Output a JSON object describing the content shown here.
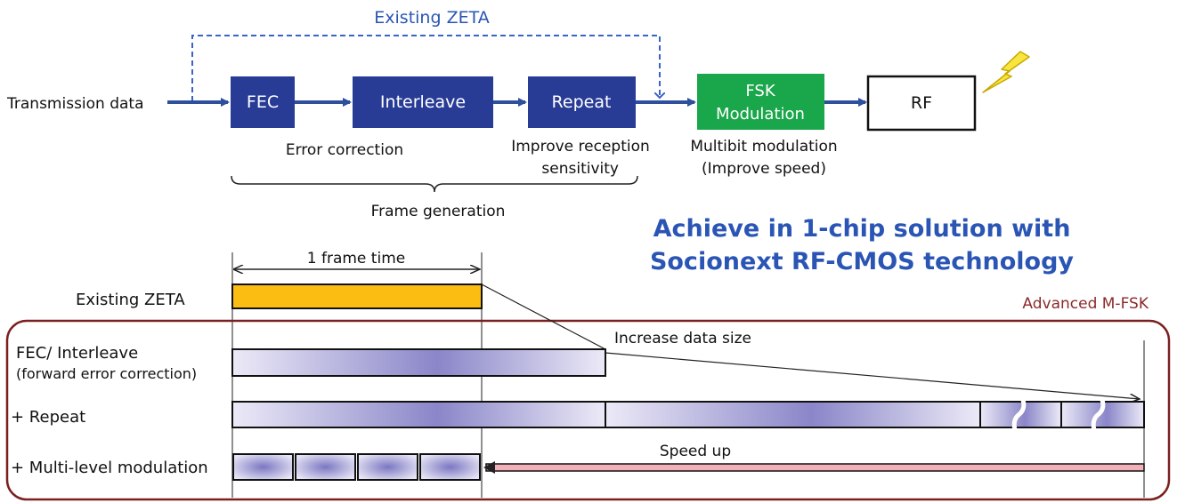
{
  "colors": {
    "block_blue": "#283c96",
    "arrow_blue": "#2d4f9e",
    "dashed_blue": "#3a63c8",
    "fsk_green": "#1aa64a",
    "headline_blue": "#2a55b5",
    "frame_orange": "#fbbd12",
    "bar_light": "#eceaf7",
    "bar_dark": "#8a86c9",
    "speed_pink": "#f2b1b9",
    "panel_border": "#7a2020",
    "panel_label": "#8b2a2a",
    "bolt_yellow": "#f7e640"
  },
  "flow": {
    "existing_zeta_label": "Existing ZETA",
    "input_label": "Transmission data",
    "blocks": {
      "fec": "FEC",
      "interleave": "Interleave",
      "repeat": "Repeat",
      "fsk_line1": "FSK",
      "fsk_line2": "Modulation",
      "rf": "RF"
    },
    "captions": {
      "error_correction": "Error correction",
      "reception_line1": "Improve  reception",
      "reception_line2": "sensitivity",
      "multibit_line1": "Multibit modulation",
      "multibit_line2": "(Improve speed)",
      "frame_generation": "Frame generation"
    }
  },
  "headline": {
    "line1": "Achieve in 1-chip solution with",
    "line2": "Socionext RF-CMOS technology"
  },
  "timing": {
    "frame_time_label": "1 frame time",
    "existing_zeta_label": "Existing ZETA",
    "panel_label": "Advanced M-FSK",
    "rows": {
      "fec_line1": "FEC/ Interleave",
      "fec_line2": "(forward error correction)",
      "repeat": "+ Repeat",
      "multilevel": "+ Multi-level modulation"
    },
    "increase_label": "Increase data size",
    "speed_label": "Speed up"
  }
}
